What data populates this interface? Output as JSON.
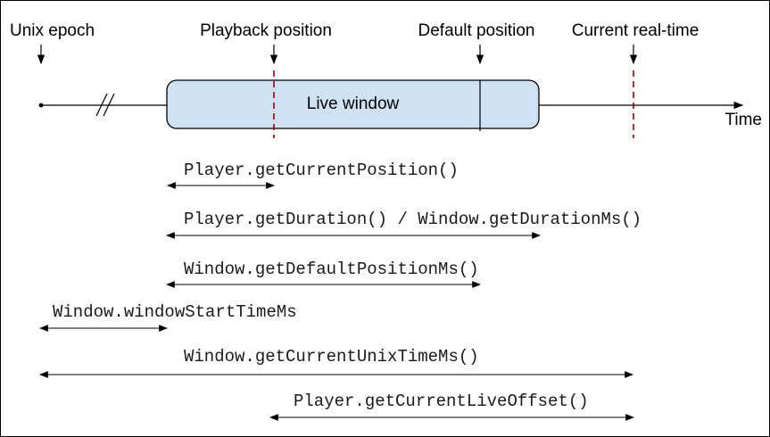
{
  "diagram": {
    "top_markers": [
      {
        "label": "Unix epoch"
      },
      {
        "label": "Playback position"
      },
      {
        "label": "Default position"
      },
      {
        "label": "Current real-time"
      }
    ],
    "timeline": {
      "window_label": "Live window",
      "axis_label": "Time"
    },
    "measures": [
      {
        "label": "Player.getCurrentPosition()"
      },
      {
        "label": "Player.getDuration() / Window.getDurationMs()"
      },
      {
        "label": "Window.getDefaultPositionMs()"
      },
      {
        "label": "Window.windowStartTimeMs"
      },
      {
        "label": "Window.getCurrentUnixTimeMs()"
      },
      {
        "label": "Player.getCurrentLiveOffset()"
      }
    ],
    "colors": {
      "window_fill": "#cfe2f3",
      "window_border": "#000000",
      "marker_line": "#a00000",
      "line": "#000000"
    }
  }
}
